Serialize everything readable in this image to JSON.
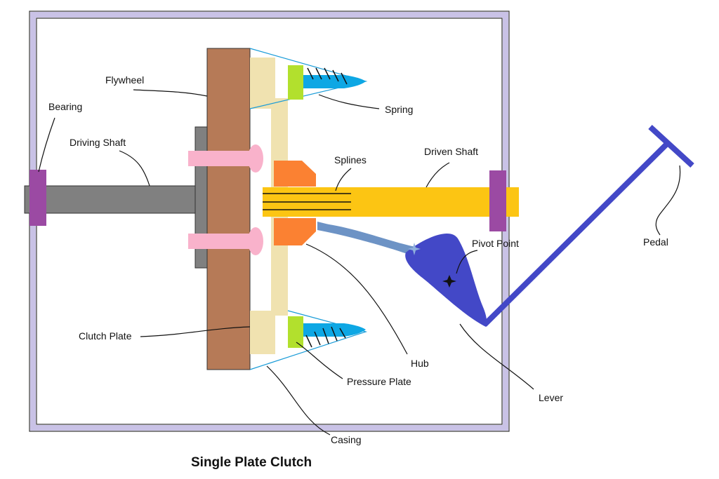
{
  "title": "Single Plate Clutch",
  "labels": {
    "bearing": "Bearing",
    "driving_shaft": "Driving Shaft",
    "flywheel": "Flywheel",
    "spring": "Spring",
    "splines": "Splines",
    "driven_shaft": "Driven Shaft",
    "pivot_point": "Pivot Point",
    "pedal": "Pedal",
    "clutch_plate": "Clutch Plate",
    "hub": "Hub",
    "pressure_plate": "Pressure Plate",
    "lever": "Lever",
    "casing": "Casing"
  },
  "colors": {
    "casing_frame": "#c9c2e6",
    "flywheel": "#b67a57",
    "driving_shaft": "#808080",
    "bearing": "#9b4aa3",
    "bolt": "#f9b2cb",
    "clutch_plate": "#f0e2b0",
    "pressure_plate": "#b2e02d",
    "spring": "#0ea7e4",
    "hub": "#fb8132",
    "driven_shaft": "#fcc513",
    "lever": "#4348c7",
    "lever_link": "#6d93c5"
  }
}
